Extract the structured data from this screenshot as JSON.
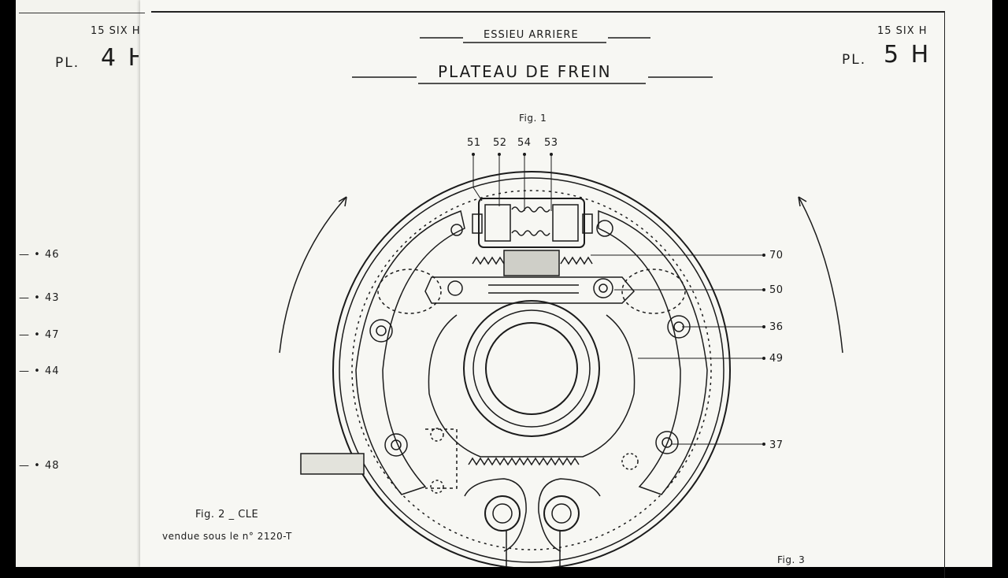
{
  "left_page": {
    "code": "15 SIX H",
    "plate_prefix": "PL.",
    "plate_number": "4 H",
    "refs": [
      "46",
      "43",
      "47",
      "44",
      "48"
    ]
  },
  "right_page": {
    "code": "15 SIX H",
    "plate_prefix": "PL.",
    "plate_number": "5 H",
    "section": "ESSIEU ARRIERE",
    "title": "PLATEAU DE FREIN",
    "fig1": "Fig. 1",
    "fig2": "Fig. 2  _  CLE",
    "fig2_note": "vendue sous le n° 2120-T",
    "fig3": "Fig. 3",
    "top_callouts": [
      "51",
      "52",
      "54",
      "53"
    ],
    "side_callouts": [
      "70",
      "50",
      "36",
      "49",
      "37"
    ]
  },
  "colors": {
    "ink": "#1b1b1b",
    "paper": "#f7f7f3",
    "background": "#000000"
  }
}
